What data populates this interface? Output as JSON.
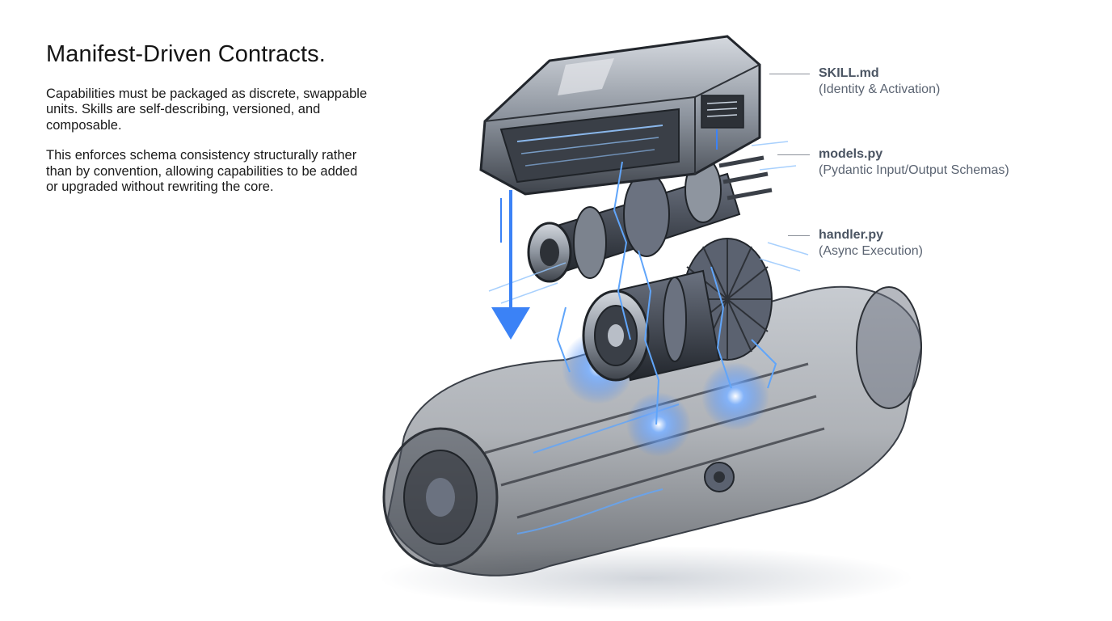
{
  "title": "Manifest-Driven Contracts.",
  "paragraphs": [
    "Capabilities must be packaged as discrete, swappable units. Skills are self-describing, versioned, and composable.",
    "This enforces schema consistency structurally rather than by convention, allowing capabilities to be added or upgraded without rewriting the core."
  ],
  "callouts": [
    {
      "file": "SKILL.md",
      "desc": "(Identity & Activation)"
    },
    {
      "file": "models.py",
      "desc": "(Pydantic Input/Output Schemas)"
    },
    {
      "file": "handler.py",
      "desc": "(Async Execution)"
    }
  ],
  "colors": {
    "accent_blue": "#3b82f6",
    "metal_dark": "#3a3f47",
    "metal_light": "#aeb4bd",
    "label_gray": "#5b6472"
  }
}
